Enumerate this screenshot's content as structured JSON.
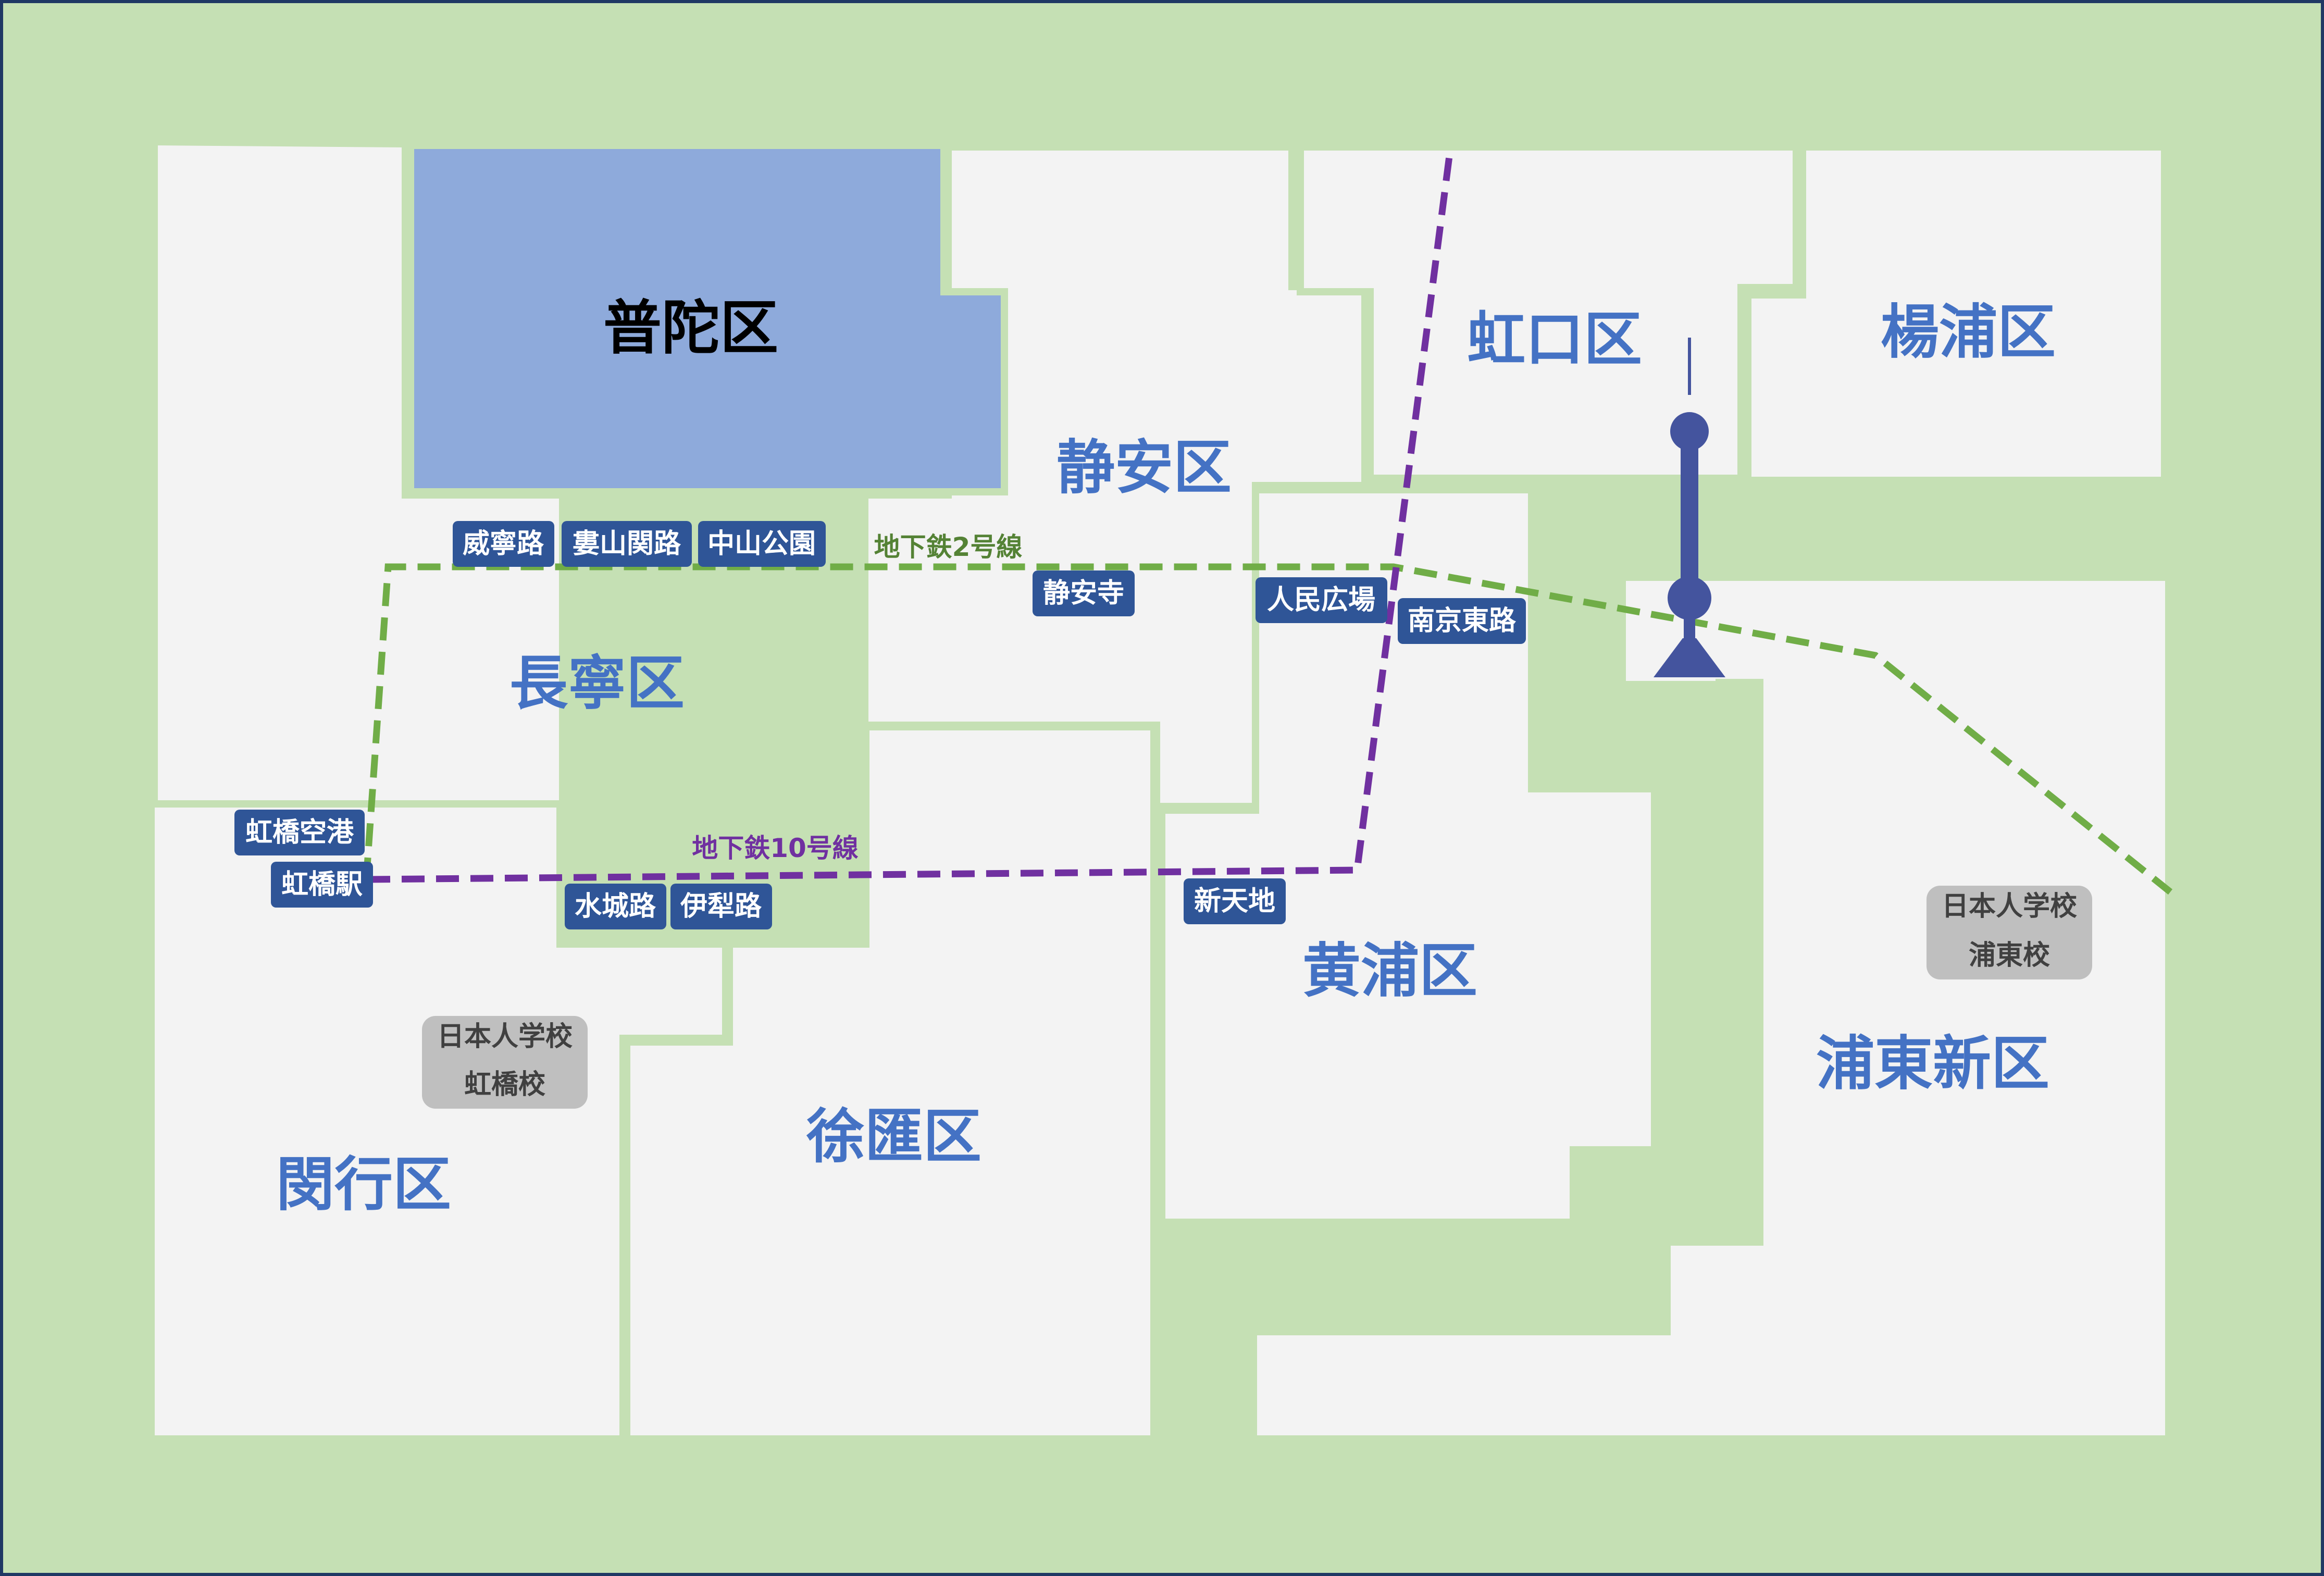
{
  "colors": {
    "background": "#c5e0b4",
    "district_fill": "#f3f3f3",
    "district_border": "#c5e0b4",
    "selected_fill": "#8eaadb",
    "label_blue": "#4472c4",
    "selected_label": "#000000",
    "station_fill": "#2f5597",
    "station_text": "#ffffff",
    "line2": "#70ad47",
    "line10": "#7030a0",
    "school_fill": "#bfbfbf",
    "school_text": "#404040",
    "tower": "#44549e",
    "frame": "#1f3864"
  },
  "districts": {
    "putuo": "普陀区",
    "jingan": "静安区",
    "hongkou": "虹口区",
    "yangpu": "楊浦区",
    "changning": "長寧区",
    "huangpu": "黄浦区",
    "xuhui": "徐匯区",
    "minhang": "閔行区",
    "pudong": "浦東新区"
  },
  "selected_district": "putuo",
  "metro_lines": {
    "line2": "地下鉄2号線",
    "line10": "地下鉄10号線"
  },
  "stations": {
    "weining": "威寧路",
    "loushanguan": "婁山関路",
    "zhongshan_park": "中山公園",
    "jingan_temple": "静安寺",
    "peoples_square": "人民広場",
    "east_nanjing": "南京東路",
    "hongqiao_airport": "虹橋空港",
    "hongqiao_station": "虹橋駅",
    "shuicheng": "水城路",
    "yili": "伊犁路",
    "xintiandi": "新天地"
  },
  "schools": {
    "hongqiao": [
      "日本人学校",
      "虹橋校"
    ],
    "pudong": [
      "日本人学校",
      "浦東校"
    ]
  },
  "landmarks": [
    "tower-icon"
  ]
}
